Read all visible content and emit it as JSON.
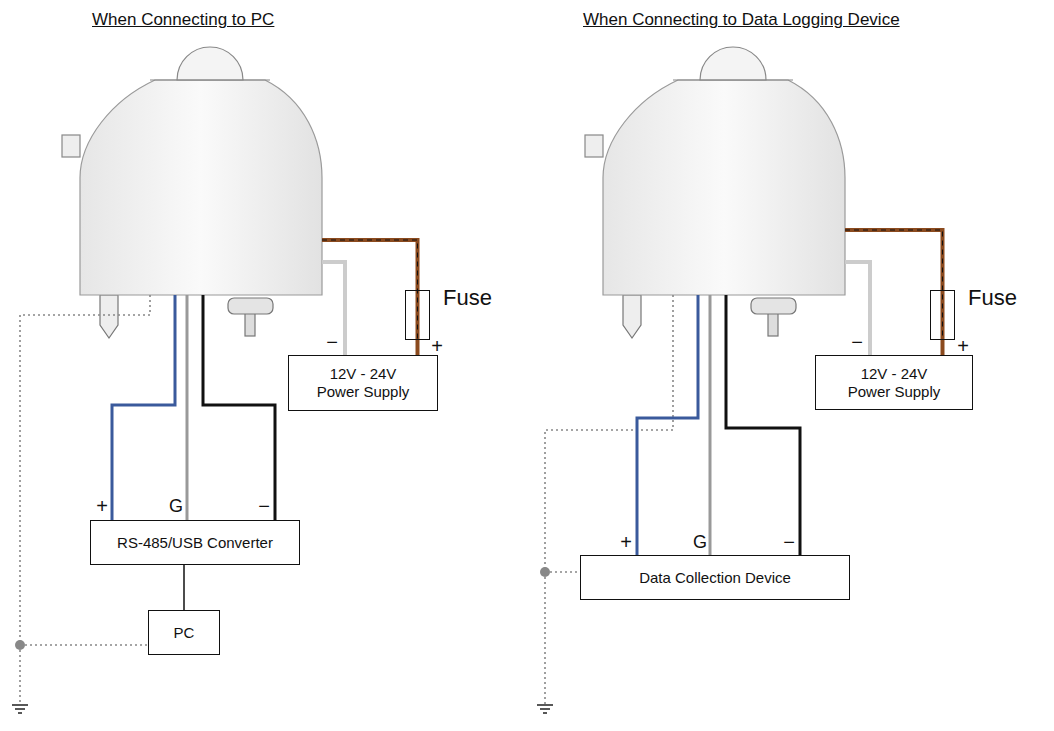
{
  "diagram": {
    "nodes": [
      {
        "text": [
          "Fuse"
        ]
      },
      {
        "text": [
          "12V - 24V Power Supply"
        ]
      },
      {
        "text": [
          "RS-485/USB Converter"
        ]
      },
      {
        "text": [
          "PC"
        ]
      },
      {
        "text": [
          "Fuse"
        ]
      },
      {
        "text": [
          "12V - 24V Power Supply"
        ]
      },
      {
        "text": [
          "Data Collection Device"
        ]
      }
    ],
    "edges": [
      {
        "from": 0,
        "to": 1,
        "arrow": "none"
      },
      {
        "from": 2,
        "to": 3,
        "arrow": "none"
      },
      {
        "from": 4,
        "to": 5,
        "arrow": "none"
      }
    ],
    "labels": [
      "When Connecting to PC",
      "When Connecting to Data Logging Device",
      "−",
      "+",
      "+",
      "G",
      "−",
      "−",
      "+",
      "+",
      "G",
      "−"
    ]
  }
}
